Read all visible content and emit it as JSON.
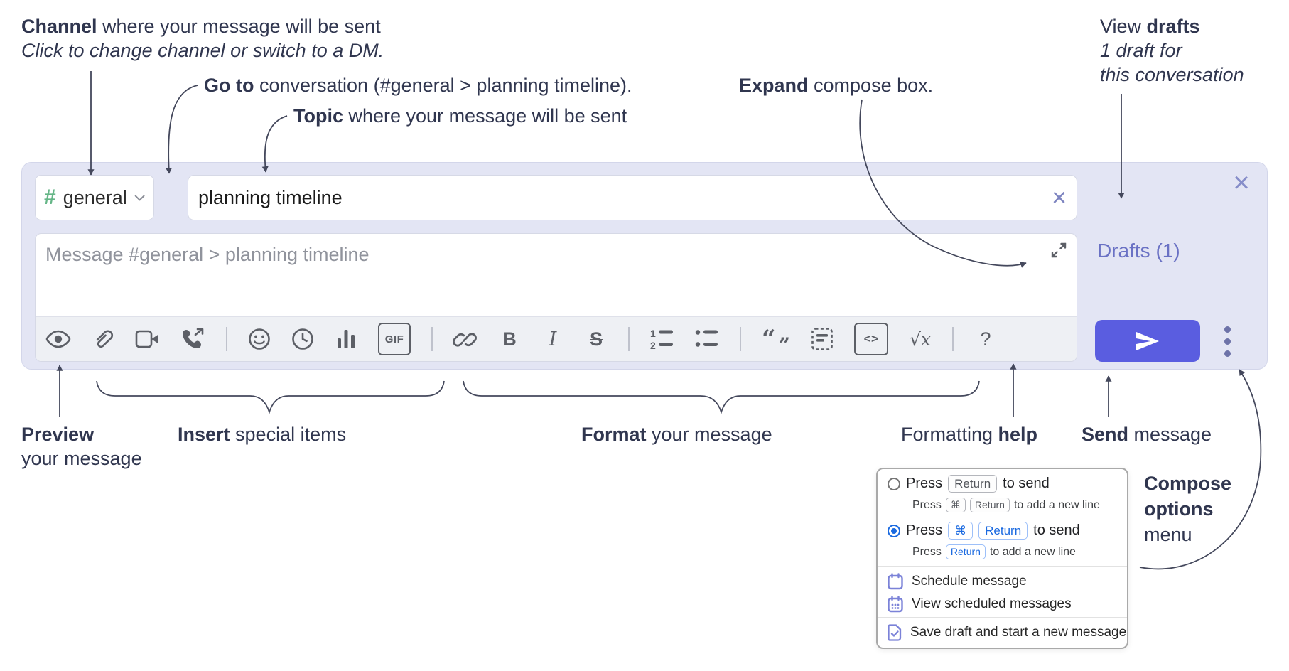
{
  "annotations": {
    "channel": {
      "bold": "Channel",
      "rest": " where your message will be sent",
      "sub": "Click to change channel or switch to a DM."
    },
    "goto": {
      "bold": "Go to",
      "rest": " conversation (#general > planning timeline)."
    },
    "topic": {
      "bold": "Topic",
      "rest": " where your message will be sent"
    },
    "expand": {
      "bold": "Expand",
      "rest": " compose box."
    },
    "view_drafts": {
      "pre": "View ",
      "bold": "drafts",
      "line2": "1 draft for",
      "line3": "this conversation"
    },
    "preview": {
      "bold": "Preview",
      "line2": "your message"
    },
    "insert": {
      "bold": "Insert",
      "rest": " special items"
    },
    "format": {
      "bold": "Format",
      "rest": " your message"
    },
    "formatting_help": {
      "pre": "Formatting ",
      "bold": "help"
    },
    "send": {
      "bold": "Send",
      "rest": " message"
    },
    "compose_options": {
      "line1": "Compose",
      "line2": "options",
      "line3": "menu"
    }
  },
  "compose": {
    "channel_hash": "#",
    "channel_name": "general",
    "goto_chevron": "›",
    "topic_value": "planning timeline",
    "clear_x": "×",
    "close_x": "×",
    "message_placeholder": "Message #general > planning timeline",
    "drafts_link": "Drafts (1)",
    "toolbar": {
      "gif_label": "GIF",
      "bold_label": "B",
      "italic_label": "I",
      "strike_label": "S",
      "code_label": "<>",
      "math_label": "√x",
      "help_label": "?",
      "quote_open": "“",
      "quote_close": "”"
    }
  },
  "menu": {
    "option1": {
      "pre": "Press",
      "key": "Return",
      "post": "to send",
      "sub_pre": "Press",
      "sub_key1": "⌘",
      "sub_key2": "Return",
      "sub_post": "to add a new line"
    },
    "option2": {
      "pre": "Press",
      "key1": "⌘",
      "key2": "Return",
      "post": "to send",
      "sub_pre": "Press",
      "sub_key": "Return",
      "sub_post": "to add a new line"
    },
    "items": [
      "Schedule message",
      "View scheduled messages",
      "Save draft and start a new message"
    ]
  },
  "colors": {
    "compose_bg": "#e3e5f4",
    "send_button": "#5a5de0",
    "drafts_link": "#6a71c4",
    "channel_hash_green": "#65b687",
    "goto_circle_bg": "#c7cdf5",
    "goto_chevron_blue": "#4c63e0",
    "key_blue": "#1b6ae0",
    "menu_icon_purple": "#7b82d8",
    "annotation_text": "#30364f"
  }
}
